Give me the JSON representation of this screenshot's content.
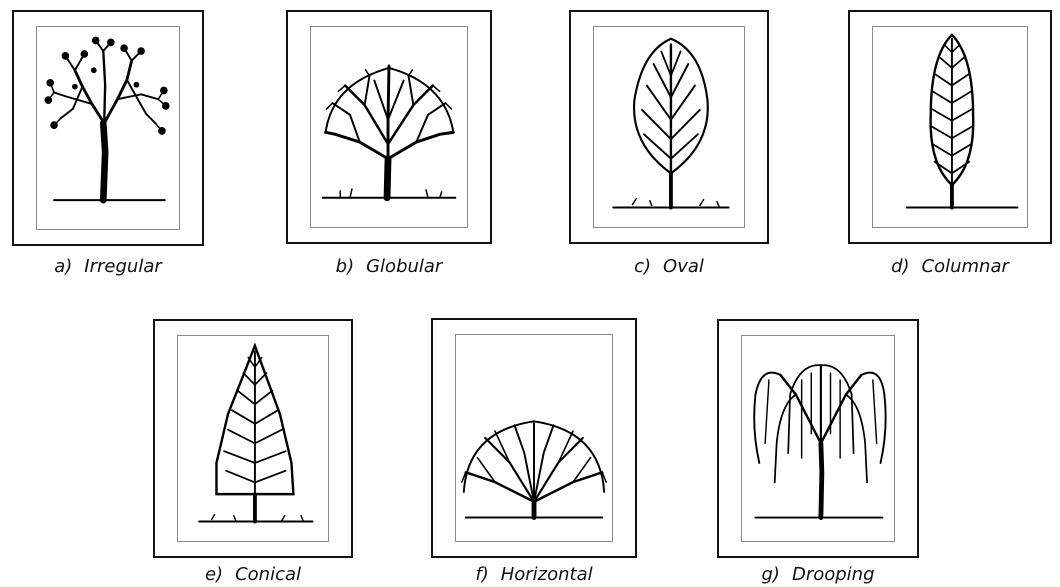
{
  "figures": [
    {
      "letter": "a)",
      "label": "Irregular"
    },
    {
      "letter": "b)",
      "label": "Globular"
    },
    {
      "letter": "c)",
      "label": "Oval"
    },
    {
      "letter": "d)",
      "label": "Columnar"
    },
    {
      "letter": "e)",
      "label": "Conical"
    },
    {
      "letter": "f)",
      "label": "Horizontal"
    },
    {
      "letter": "g)",
      "label": "Drooping"
    }
  ]
}
